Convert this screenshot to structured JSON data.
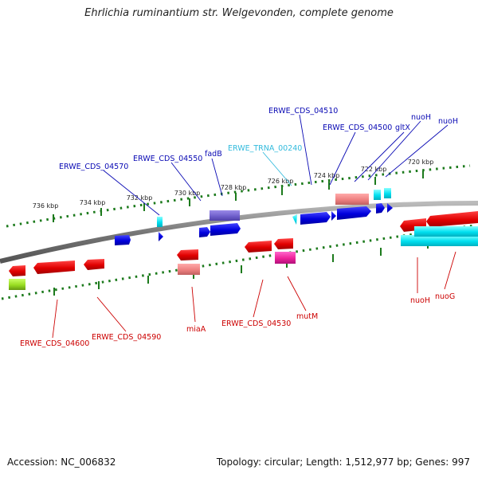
{
  "title": "Ehrlichia ruminantium str. Welgevonden, complete genome",
  "footer": {
    "accession": "Accession: NC_006832",
    "summary": "Topology: circular; Length: 1,512,977 bp; Genes: 997"
  },
  "colors": {
    "forward_label": "#0a0ab4",
    "reverse_label": "#cc0000",
    "trna_label": "#33bbdd",
    "tick": "#1c7a1c",
    "backbone": "#888888"
  },
  "ticks": [
    "736 kbp",
    "734 kbp",
    "732 kbp",
    "730 kbp",
    "728 kbp",
    "726 kbp",
    "724 kbp",
    "722 kbp",
    "720 kbp"
  ],
  "forward_labels": [
    "ERWE_CDS_04570",
    "ERWE_CDS_04550",
    "fadB",
    "ERWE_TRNA_00240",
    "ERWE_CDS_04510",
    "ERWE_CDS_04500",
    "gltX",
    "nuoH",
    "nuoH"
  ],
  "reverse_labels": [
    "ERWE_CDS_04600",
    "ERWE_CDS_04590",
    "miaA",
    "ERWE_CDS_04530",
    "mutM",
    "nuoH",
    "nuoG"
  ]
}
